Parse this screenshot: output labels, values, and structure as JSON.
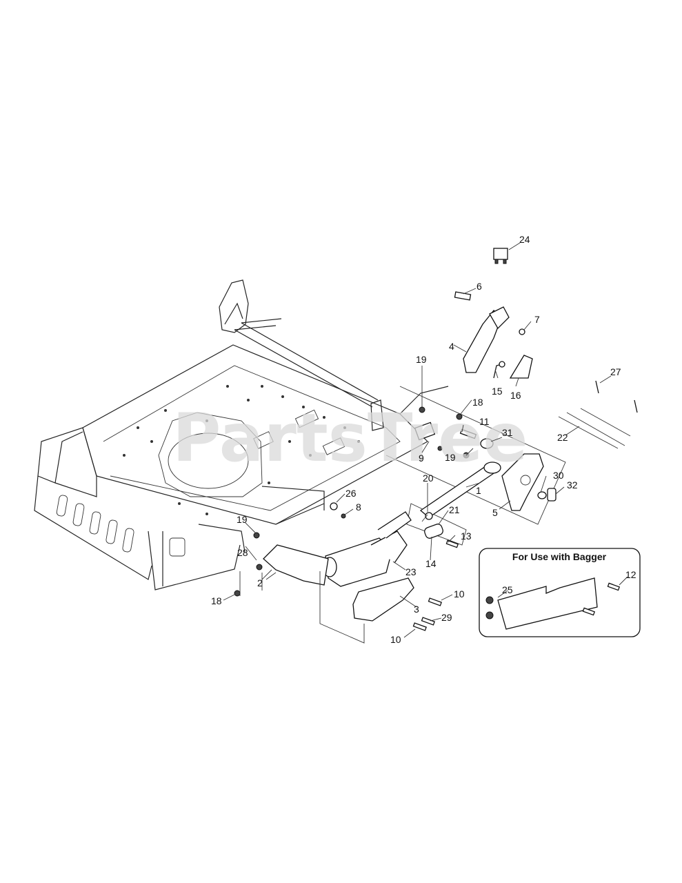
{
  "watermark": "PartsTree",
  "inset": {
    "title": "For Use with Bagger"
  },
  "callouts": {
    "p1": "1",
    "p2": "2",
    "p3": "3",
    "p4": "4",
    "p5": "5",
    "p6": "6",
    "p7": "7",
    "p8": "8",
    "p9": "9",
    "p10a": "10",
    "p10b": "10",
    "p11": "11",
    "p12": "12",
    "p13": "13",
    "p14": "14",
    "p15": "15",
    "p16": "16",
    "p18a": "18",
    "p18b": "18",
    "p19a": "19",
    "p19b": "19",
    "p19c": "19",
    "p20": "20",
    "p21": "21",
    "p22": "22",
    "p23": "23",
    "p24": "24",
    "p25": "25",
    "p26": "26",
    "p27": "27",
    "p28": "28",
    "p29": "29",
    "p30": "30",
    "p31": "31",
    "p32": "32"
  }
}
